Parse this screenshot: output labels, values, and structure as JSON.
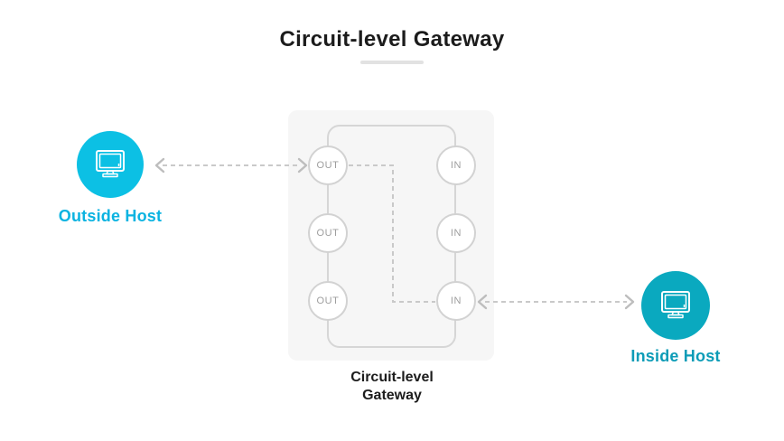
{
  "title": {
    "text": "Circuit-level Gateway"
  },
  "diagram": {
    "gateway_panel": {
      "caption_line1": "Circuit-level",
      "caption_line2": "Gateway",
      "out_ports": [
        {
          "label": "OUT"
        },
        {
          "label": "OUT"
        },
        {
          "label": "OUT"
        }
      ],
      "in_ports": [
        {
          "label": "IN"
        },
        {
          "label": "IN"
        },
        {
          "label": "IN"
        }
      ]
    },
    "outside_host": {
      "label": "Outside Host",
      "icon": "monitor-icon"
    },
    "inside_host": {
      "label": "Inside Host",
      "icon": "monitor-icon"
    }
  },
  "colors": {
    "outside-host": "#0cc0e4",
    "outside-label": "#0bb3e1",
    "inside-host": "#0aa9bf",
    "inside-label": "#0d9cb7",
    "title-text": "#1c1c1c",
    "dashed-line": "#c9c9c9",
    "arrowhead": "#bdbdbd",
    "panel-bg": "#f6f6f6",
    "rect-border": "#d6d6d6",
    "node-border": "#d2d2d2",
    "port-text": "#9e9e9e",
    "underline": "#e2e2e2"
  }
}
